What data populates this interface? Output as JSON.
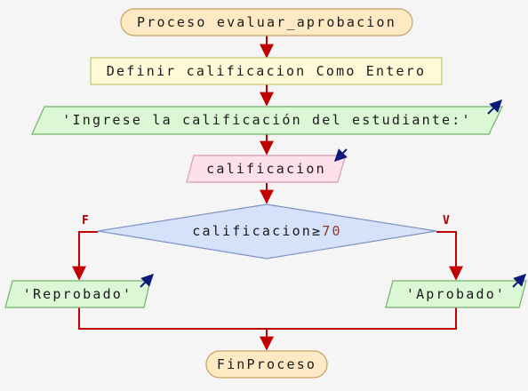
{
  "colors": {
    "terminal_fill": "#fde9c4",
    "terminal_stroke": "#c8a064",
    "process_fill": "#fffbd8",
    "process_stroke": "#c8c270",
    "io_fill": "#dcf7d6",
    "io_stroke": "#70b266",
    "read_fill": "#fde0ec",
    "read_stroke": "#d89bb4",
    "decision_fill": "#d5e2fa",
    "decision_stroke": "#7c93c4",
    "arrow": "#c00000",
    "io_arrow": "#0c1a7a"
  },
  "nodes": {
    "start": "Proceso evaluar_aprobacion",
    "define": "Definir calificacion Como Entero",
    "prompt": "'Ingrese la calificación del estudiante:'",
    "read": "calificacion",
    "decision_var": "calificacion≥",
    "decision_num": "70",
    "false_output": "'Reprobado'",
    "true_output": "'Aprobado'",
    "end": "FinProceso"
  },
  "branches": {
    "false_label": "F",
    "true_label": "V"
  },
  "icons": {
    "output": "output-arrow-icon",
    "input": "input-arrow-icon"
  }
}
